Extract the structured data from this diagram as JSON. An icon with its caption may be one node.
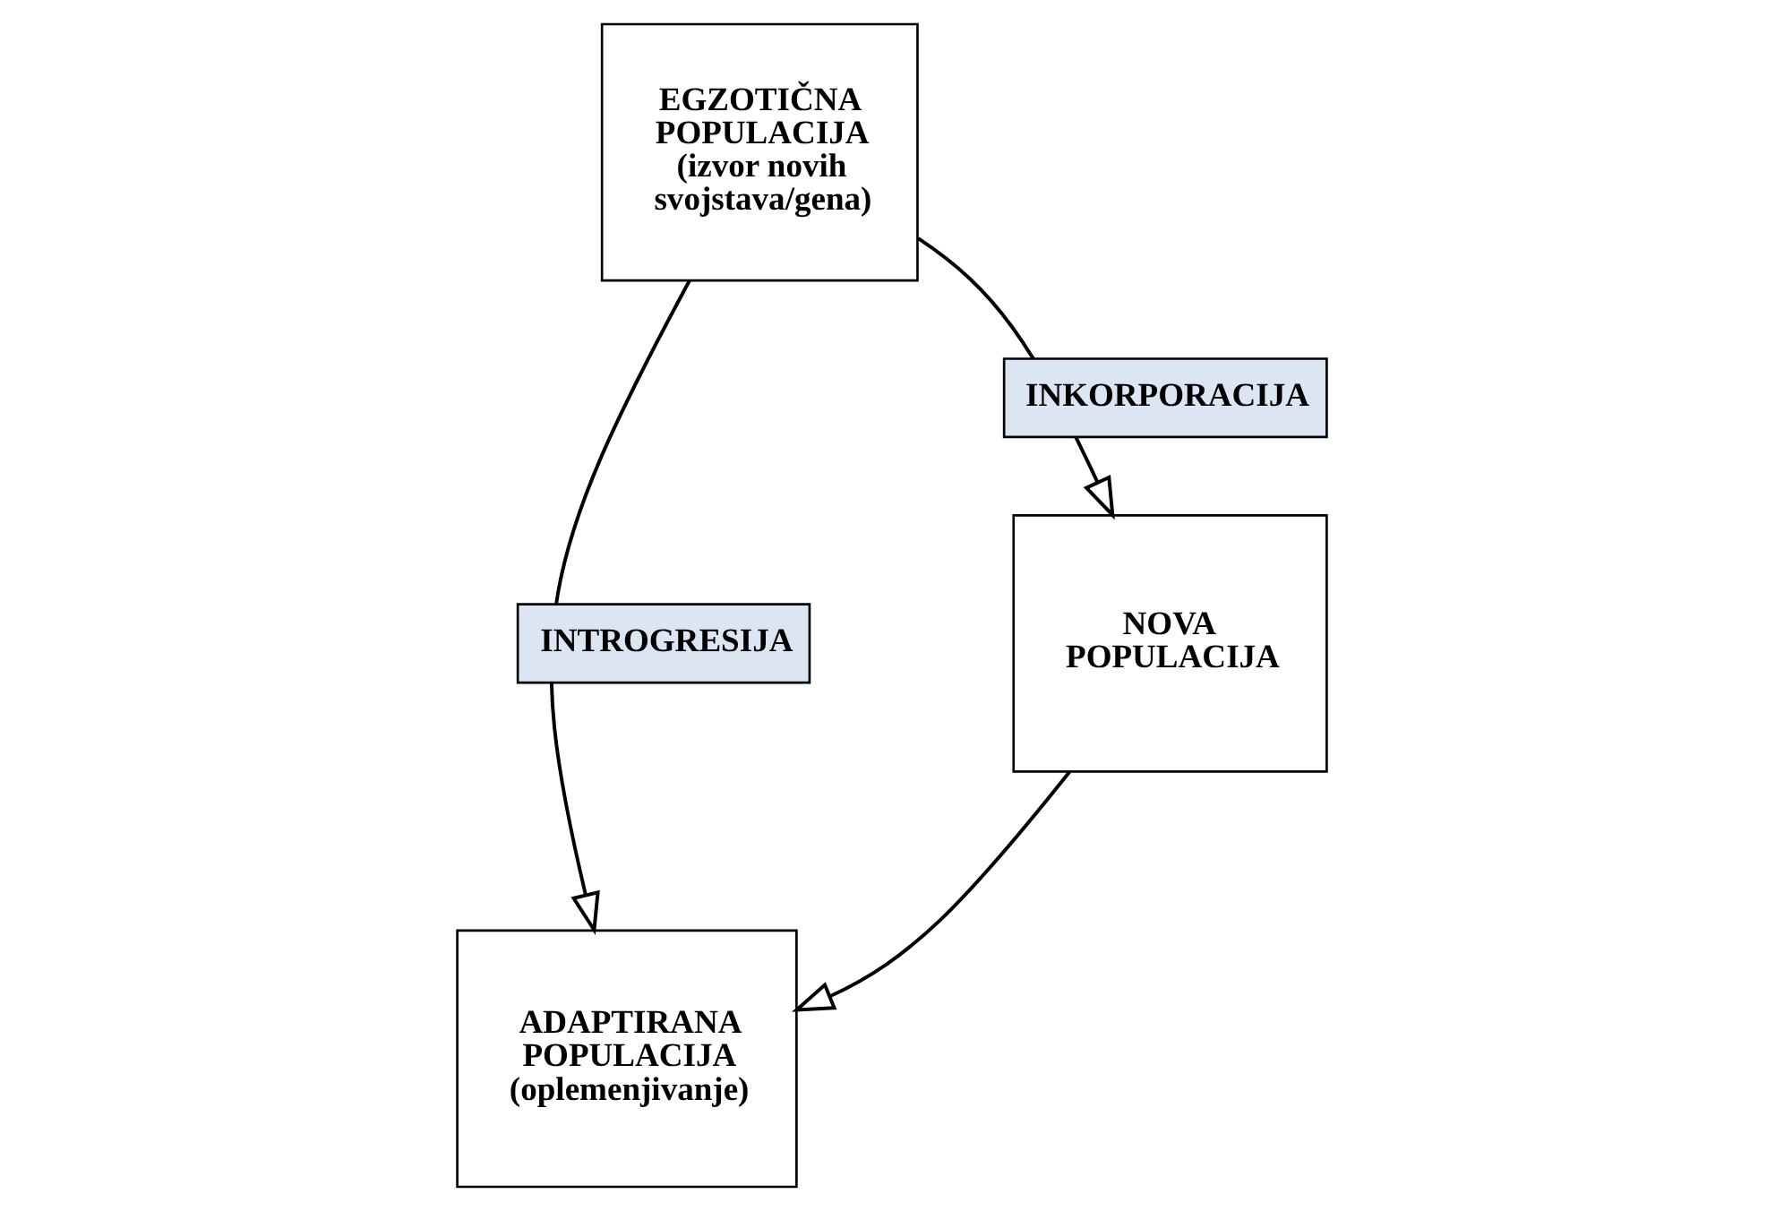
{
  "diagram": {
    "nodes": [
      {
        "text": [
          "EGZOTIČNA POPULACIJA (izvor novih svojstava/gena)"
        ]
      },
      {
        "text": [
          "ADAPTIRANA POPULACIJA (oplemenjivanje)"
        ]
      },
      {
        "text": [
          "NOVA POPULACIJA"
        ]
      }
    ],
    "edges": [
      {
        "from": 0,
        "to": 1,
        "arrow": "to",
        "label": "INTROGRESIJA"
      },
      {
        "from": 0,
        "to": 2,
        "arrow": "to",
        "label": "INKORPORACIJA"
      },
      {
        "from": 2,
        "to": 1,
        "arrow": "to"
      }
    ]
  }
}
